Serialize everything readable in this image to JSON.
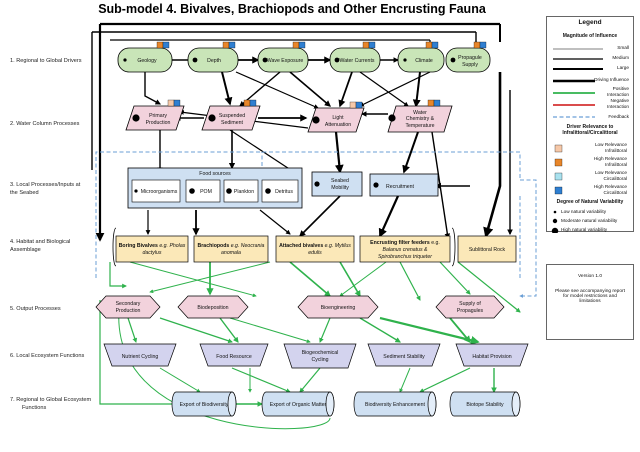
{
  "title": "Sub-model 4. Bivalves, Brachiopods and Other Encrusting Fauna",
  "row_labels": [
    "1. Regional to Global Drivers",
    "2. Water Column Processes",
    "3. Local Processes/Inputs at",
    "the Seabed",
    "4. Habitat and Biological",
    "Assemblage",
    "5. Output Processes",
    "6. Local Ecosystem Functions",
    "7. Regional to Global Ecosystem",
    "Functions"
  ],
  "drivers": [
    "Geology",
    "Depth",
    "Wave Exposure",
    "Water Currents",
    "Climate",
    "Propagule",
    "Supply"
  ],
  "water_column": [
    "Primary",
    "Production",
    "Suspended",
    "Sediment",
    "Light",
    "Attenuation",
    "Water",
    "Chemistry &",
    "Temperature"
  ],
  "food_sources": {
    "title": "Food sources",
    "items": [
      "Microorganisms",
      "POM",
      "Plankton",
      "Detritus"
    ]
  },
  "seabed": [
    "Seabed",
    "Mobility",
    "Recruitment"
  ],
  "assemblage": {
    "boring": {
      "bold": "Boring Bivalves",
      "rest": " e.g. Pholas",
      "line2": "dactylus"
    },
    "brach": {
      "bold": "Brachiopods",
      "rest": " e.g. Neocrania",
      "line2": "anomala"
    },
    "attached": {
      "bold": "Attached bivalves",
      "rest": " e.g. Mytilus",
      "line2": "edulis"
    },
    "encrusting": {
      "bold": "Encrusting filter feeders",
      "rest": " e.g.",
      "line2": "Balanus crenatus &",
      "line3": "Spirobranchus triqueter"
    },
    "sublittoral": "Sublittoral Rock"
  },
  "outputs": [
    "Secondary",
    "Production",
    "Biodeposition",
    "Bioengineering",
    "Supply of",
    "Propagules"
  ],
  "local_functions": [
    "Nutrient Cycling",
    "Food Resource",
    "Biogeochemical",
    "Cycling",
    "Sediment Stability",
    "Habitat Provision"
  ],
  "regional_functions": [
    "Export of Biodiversity",
    "Export of Organic Matter",
    "Biodiversity Enhancement",
    "Biotope Stability"
  ],
  "legend": {
    "title": "Legend",
    "magnitude_heading": "Magnitude of Influence",
    "small": "Small",
    "medium": "Medium",
    "large": "Large",
    "driving": "Driving Influence",
    "positive1": "Positive",
    "positive2": "Interaction",
    "negative1": "Negative",
    "negative2": "Interaction",
    "feedback": "Feedback",
    "relevance_heading1": "Driver Relevance to",
    "relevance_heading2": "Infralittoral/Circalittoral",
    "rel": [
      {
        "l1": "Low Relevance",
        "l2": "Infralittoral",
        "color": "#f6c8a8"
      },
      {
        "l1": "High Relevance",
        "l2": "Infralittoral",
        "color": "#e8862a"
      },
      {
        "l1": "Low Relevance",
        "l2": "Circalittoral",
        "color": "#a9e2ef"
      },
      {
        "l1": "High Relevance",
        "l2": "Circalittoral",
        "color": "#2f7fd1"
      }
    ],
    "variability_heading": "Degree of Natural Variability",
    "low_var": "Low natural variability",
    "mod_var": "Moderate natural variability",
    "high_var": "High natural variability"
  },
  "version": {
    "label": "Version 1.0",
    "note1": "Please see accompanying report",
    "note2": "for model restrictions and",
    "note3": "limitations"
  },
  "colors": {
    "driver_fill": "#c9e5b8",
    "water_fill": "#f2d2dc",
    "food_fill": "#cfe0f2",
    "assemblage_fill": "#fbe8b8",
    "output_fill": "#f2d2dc",
    "function_fill": "#d3d3ee",
    "positive": "#2fb24c",
    "negative": "#d43333",
    "feedback": "#6b9fd6"
  }
}
